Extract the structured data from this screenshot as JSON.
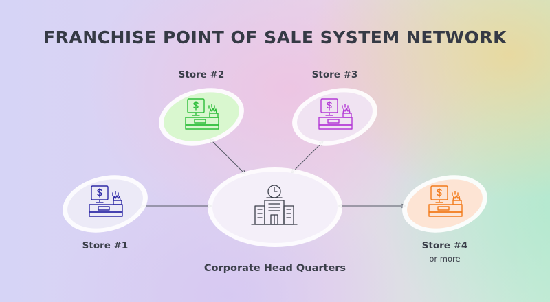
{
  "title": "FRANCHISE POINT OF SALE SYSTEM NETWORK",
  "headquarters": {
    "label": "Corporate Head Quarters",
    "icon": "office-building-clock-icon"
  },
  "stores": [
    {
      "label": "Store #1",
      "note": "",
      "color": "#2f2aa6",
      "fill": "#eceaf7",
      "icon": "pos-register-icon"
    },
    {
      "label": "Store #2",
      "note": "",
      "color": "#2dbd3a",
      "fill": "#d9f7cf",
      "icon": "pos-register-icon"
    },
    {
      "label": "Store #3",
      "note": "",
      "color": "#b43ad6",
      "fill": "#f0e3f2",
      "icon": "pos-register-icon"
    },
    {
      "label": "Store #4",
      "note": "or more",
      "color": "#f27a1a",
      "fill": "#fde4d4",
      "icon": "pos-register-icon"
    }
  ],
  "colors": {
    "title": "#353a45",
    "connector": "#555a66",
    "hq_icon": "#3b3f4a"
  }
}
